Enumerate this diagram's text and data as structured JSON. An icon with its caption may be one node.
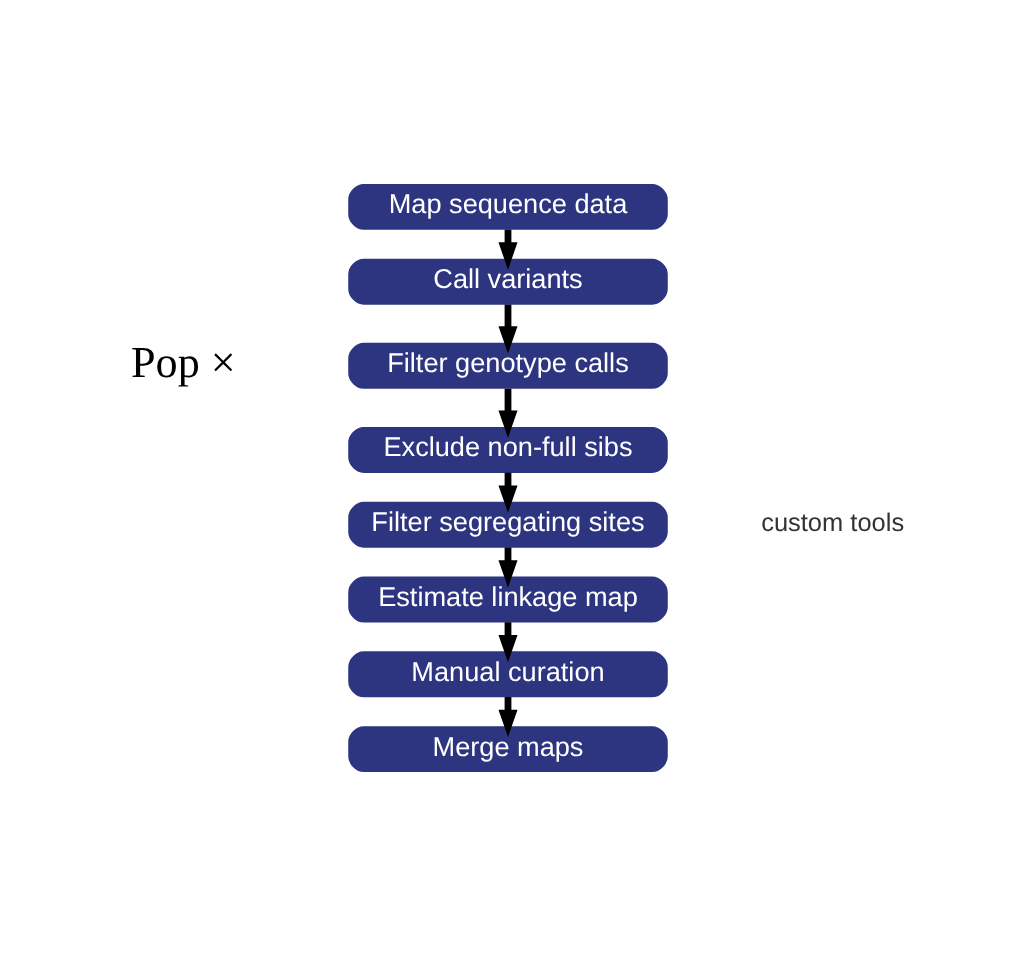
{
  "diagram": {
    "nodes": [
      {
        "text": [
          "Map sequence data"
        ]
      },
      {
        "text": [
          "Call variants"
        ]
      },
      {
        "text": [
          "Filter genotype calls"
        ]
      },
      {
        "text": [
          "Exclude non-full sibs"
        ]
      },
      {
        "text": [
          "Filter segregating sites"
        ],
        "beside": [
          "custom tools"
        ]
      },
      {
        "text": [
          "Estimate linkage map"
        ]
      },
      {
        "text": [
          "Manual curation"
        ]
      },
      {
        "text": [
          "Merge maps"
        ]
      }
    ],
    "edges": [
      {
        "from": 0,
        "to": 1,
        "arrow": "to"
      },
      {
        "from": 1,
        "to": 2,
        "arrow": "to"
      },
      {
        "from": 2,
        "to": 3,
        "arrow": "to"
      },
      {
        "from": 3,
        "to": 4,
        "arrow": "to"
      },
      {
        "from": 4,
        "to": 5,
        "arrow": "to"
      },
      {
        "from": 5,
        "to": 6,
        "arrow": "to"
      },
      {
        "from": 6,
        "to": 7,
        "arrow": "to"
      }
    ],
    "labels": [
      "Pop ×"
    ]
  }
}
